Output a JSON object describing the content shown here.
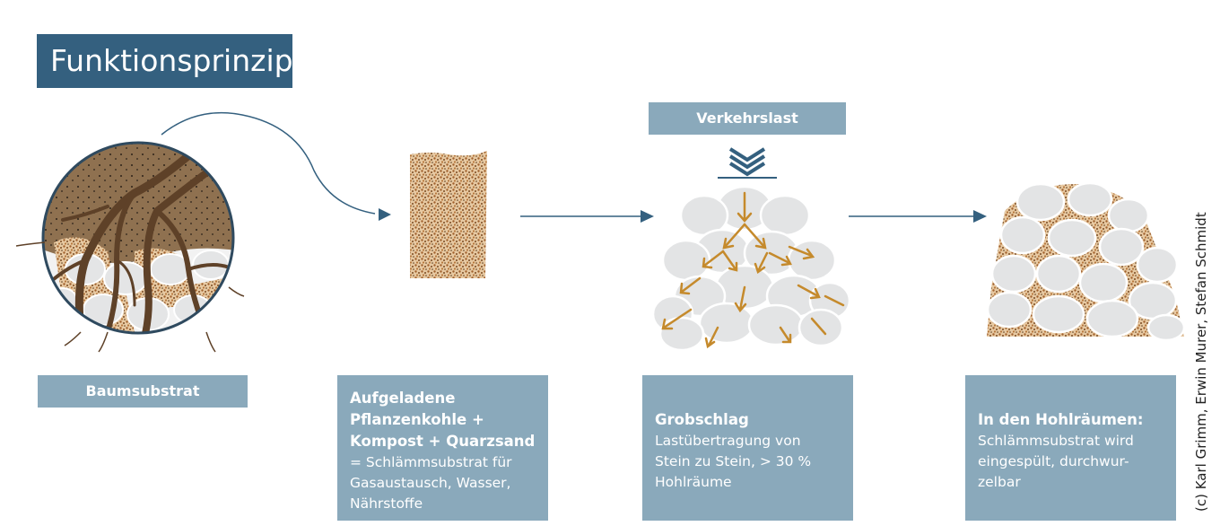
{
  "title": "Funktionsprinzip",
  "labels": {
    "baumsubstrat": "Baumsubstrat",
    "verkehrslast": "Verkehrslast"
  },
  "boxes": [
    {
      "head": "Aufgeladene Pflanzenkohle + Kompost + Quarzsand",
      "body": "= Schlämmsubstrat für Gasaustausch, Wasser, Nährstoffe"
    },
    {
      "head": "Grobschlag",
      "body": "Lastübertragung von Stein zu Stein, > 30 % Hohlräume"
    },
    {
      "head": "In den Hohlräumen:",
      "body": "Schlämmsubstrat wird eingespült, durchwur- zelbar"
    }
  ],
  "credit": "(c) Karl Grimm, Erwin Murer, Stefan Schmidt",
  "colors": {
    "title_bg": "#34607f",
    "label_bg": "#8aa9bb",
    "arrow": "#34607f",
    "force_arrow": "#c58a2c",
    "soil": "#8a6a45",
    "root": "#5e4128",
    "stone": "#e6e7e8"
  }
}
